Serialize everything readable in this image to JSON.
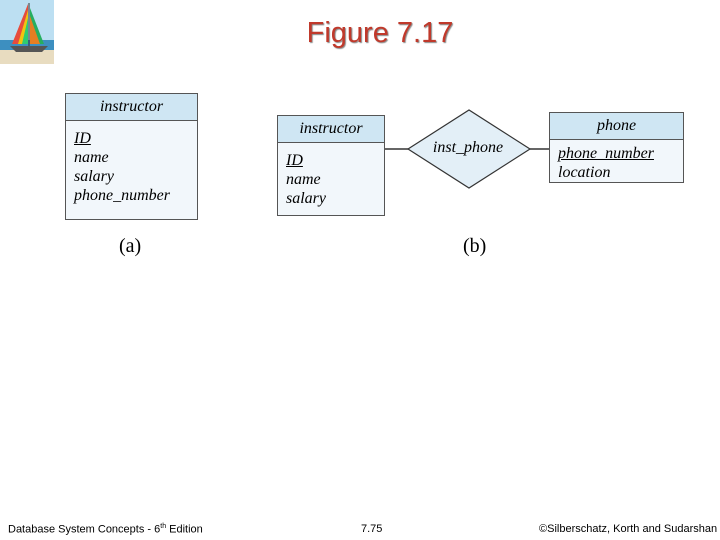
{
  "title": "Figure 7.17",
  "diagram_a": {
    "label": "(a)",
    "entity": {
      "name": "instructor",
      "attributes": [
        "ID",
        "name",
        "salary",
        "phone_number"
      ]
    }
  },
  "diagram_b": {
    "label": "(b)",
    "entity_left": {
      "name": "instructor",
      "attributes": [
        "ID",
        "name",
        "salary"
      ]
    },
    "relationship": "inst_phone",
    "entity_right": {
      "name": "phone",
      "attributes": [
        "phone_number",
        "location"
      ]
    }
  },
  "footer": {
    "book": "Database System Concepts - 6",
    "edition_sup": "th",
    "edition_word": " Edition",
    "page": "7.75",
    "copyright": "©Silberschatz, Korth and Sudarshan"
  }
}
